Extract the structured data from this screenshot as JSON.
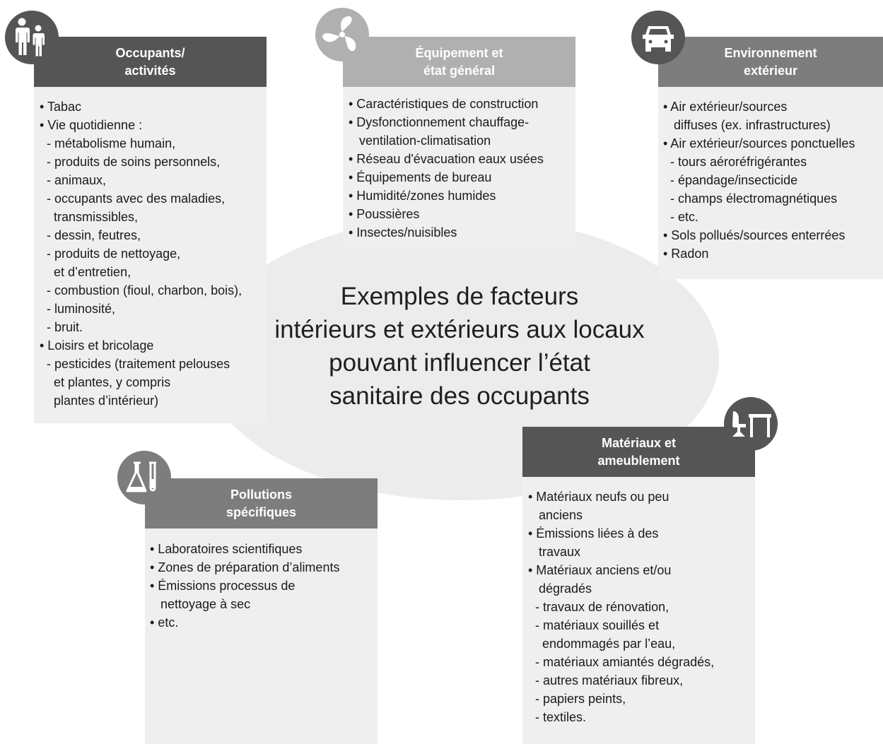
{
  "center_title": [
    "Exemples de facteurs",
    "intérieurs et extérieurs aux locaux",
    "pouvant influencer l’état",
    "sanitaire des occupants"
  ],
  "cards": {
    "occupants": {
      "title": [
        "Occupants/",
        "activités"
      ],
      "icon": "people-icon",
      "header_color": "#555555",
      "lines": [
        "• Tabac",
        "• Vie quotidienne :",
        "  - métabolisme humain,",
        "  - produits de soins personnels,",
        "  - animaux,",
        "  - occupants avec des maladies,",
        "    transmissibles,",
        "  - dessin, feutres,",
        "  - produits de nettoyage,",
        "    et d’entretien,",
        "  - combustion (fioul, charbon, bois),",
        "  - luminosité,",
        "  - bruit.",
        "• Loisirs et bricolage",
        "  - pesticides (traitement pelouses",
        "    et plantes, y compris",
        "    plantes d’intérieur)"
      ]
    },
    "equipement": {
      "title": [
        "Équipement et",
        "état général"
      ],
      "icon": "fan-icon",
      "header_color": "#b0b0b0",
      "lines": [
        "• Caractéristiques de construction",
        "• Dysfonctionnement chauffage-",
        "   ventilation-climatisation",
        "• Réseau d'évacuation eaux usées",
        "• Équipements de bureau",
        "• Humidité/zones humides",
        "• Poussières",
        "• Insectes/nuisibles"
      ]
    },
    "environnement": {
      "title": [
        "Environnement",
        "extérieur"
      ],
      "icon": "car-icon",
      "header_color": "#7d7d7d",
      "lines": [
        "• Air extérieur/sources",
        "   diffuses (ex. infrastructures)",
        "• Air extérieur/sources ponctuelles",
        "  - tours aéroréfrigérantes",
        "  - épandage/insecticide",
        "  - champs électromagnétiques",
        "  - etc.",
        "• Sols pollués/sources enterrées",
        "• Radon"
      ]
    },
    "pollutions": {
      "title": [
        "Pollutions",
        "spécifiques"
      ],
      "icon": "lab-flask-icon",
      "header_color": "#7d7d7d",
      "lines": [
        "• Laboratoires scientifiques",
        "• Zones de préparation d’aliments",
        "• Émissions processus de",
        "   nettoyage à sec",
        "• etc."
      ]
    },
    "materiaux": {
      "title": [
        "Matériaux et",
        "ameublement"
      ],
      "icon": "chair-desk-icon",
      "header_color": "#555555",
      "lines": [
        "• Matériaux neufs ou peu",
        "   anciens",
        "• Émissions liées à des",
        "   travaux",
        "• Matériaux anciens et/ou",
        "   dégradés",
        "  - travaux de rénovation,",
        "  - matériaux souillés et",
        "    endommagés par l’eau,",
        "  - matériaux amiantés dégradés,",
        "  - autres matériaux fibreux,",
        "  - papiers peints,",
        "  - textiles."
      ]
    }
  }
}
